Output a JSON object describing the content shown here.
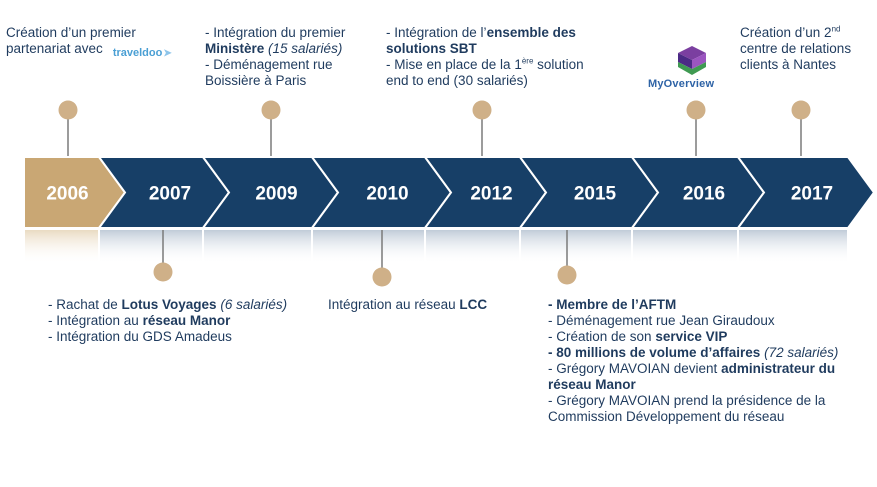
{
  "years": [
    "2006",
    "2007",
    "2009",
    "2010",
    "2012",
    "2015",
    "2016",
    "2017"
  ],
  "colors": {
    "navy": "#173f67",
    "gold": "#c9a774",
    "gold_dot": "#cfb088",
    "connector": "#7a7a7a",
    "text": "#1f3b5e"
  },
  "events": {
    "e2006": {
      "line1": "Création d’un premier",
      "line2": "partenariat avec",
      "logo": "traveldoo",
      "logo_icon": "paper-plane-icon"
    },
    "e2007": {
      "l1_prefix": "- Rachat de ",
      "l1_bold": "Lotus Voyages",
      "l1_italic": " (6 salariés)",
      "l2_prefix": "- Intégration au ",
      "l2_bold": "réseau Manor",
      "l3": "- Intégration du GDS Amadeus"
    },
    "e2009": {
      "l1": "- Intégration du premier",
      "l2_bold": "Ministère",
      "l2_italic": " (15 salariés)",
      "l3": "- Déménagement rue",
      "l4": "Boissière à Paris"
    },
    "e2010": {
      "prefix": "Intégration au réseau ",
      "bold": "LCC"
    },
    "e2012": {
      "l1_prefix": "- Intégration de l’",
      "l1_bold": "ensemble des",
      "l2_bold": "solutions SBT",
      "l3_prefix": "- Mise en place de la 1",
      "l3_sup": "ère",
      "l3_suffix": " solution",
      "l4": "end to end (30 salariés)"
    },
    "e2015": {
      "l1_bold": "- Membre de l’AFTM",
      "l2": "- Déménagement rue Jean Giraudoux",
      "l3_prefix": "- Création de son ",
      "l3_bold": "service VIP",
      "l4_bold": "- 80 millions de volume d’affaires",
      "l4_italic": " (72 salariés)",
      "l5_prefix": "- Grégory MAVOIAN devient ",
      "l5_bold": "administrateur du",
      "l6_bold": "réseau Manor",
      "l7": "- Grégory MAVOIAN prend la présidence de la",
      "l8": "Commission Développement du réseau"
    },
    "e2016": {
      "logo": "MyOverview",
      "logo_icon": "myoverview-logo-icon"
    },
    "e2017": {
      "l1_prefix": "Création d’un 2",
      "l1_sup": "nd",
      "l2": "centre de relations",
      "l3": "clients à Nantes"
    }
  }
}
